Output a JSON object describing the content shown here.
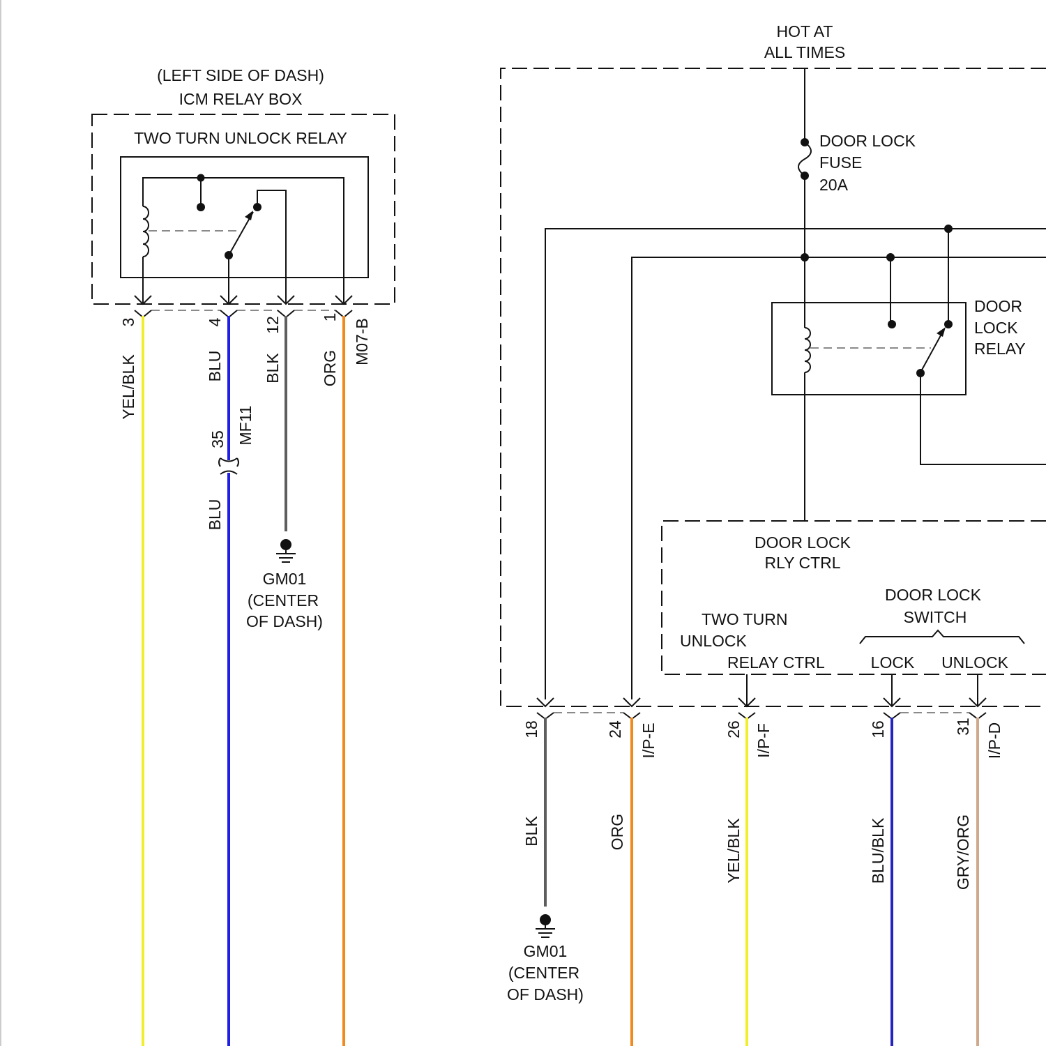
{
  "colors": {
    "YEL/BLK": "#f2ee2e",
    "BLU": "#1e1ee6",
    "BLK": "#5e5e5e",
    "ORG": "#f08a1e",
    "BLU/BLK": "#2424c0",
    "GRY/ORG": "#d0a98c"
  },
  "icm": {
    "location": "(LEFT SIDE OF DASH)",
    "box_title": "ICM RELAY BOX",
    "relay_name": "TWO TURN UNLOCK RELAY",
    "connector": "M07-B",
    "wires": [
      {
        "pin": "3",
        "color_code": "YEL/BLK"
      },
      {
        "pin": "4",
        "color_code": "BLU"
      },
      {
        "pin": "12",
        "color_code": "BLK"
      },
      {
        "pin": "1",
        "color_code": "ORG"
      }
    ],
    "inline_connector": {
      "pin": "35",
      "name": "MF11",
      "color_code_after": "BLU"
    },
    "ground": {
      "id": "GM01",
      "desc_1": "(CENTER",
      "desc_2": "OF DASH)"
    }
  },
  "power": {
    "line_1": "HOT AT",
    "line_2": "ALL TIMES",
    "fuse_1": "DOOR LOCK",
    "fuse_2": "FUSE",
    "fuse_3": "20A"
  },
  "door_lock_relay": {
    "line_1": "DOOR",
    "line_2": "LOCK",
    "line_3": "RELAY"
  },
  "module": {
    "ctrl_1": "DOOR LOCK",
    "ctrl_2": "RLY CTRL",
    "two_turn_1": "TWO TURN",
    "two_turn_2": "UNLOCK",
    "two_turn_3": "RELAY CTRL",
    "switch_1": "DOOR LOCK",
    "switch_2": "SWITCH",
    "lock": "LOCK",
    "unlock": "UNLOCK"
  },
  "right_wires": [
    {
      "pin": "18",
      "color_code": "BLK",
      "connector": ""
    },
    {
      "pin": "24",
      "color_code": "ORG",
      "connector": "I/P-E"
    },
    {
      "pin": "26",
      "color_code": "YEL/BLK",
      "connector": "I/P-F"
    },
    {
      "pin": "16",
      "color_code": "BLU/BLK",
      "connector": ""
    },
    {
      "pin": "31",
      "color_code": "GRY/ORG",
      "connector": "I/P-D"
    }
  ],
  "right_ground": {
    "id": "GM01",
    "desc_1": "(CENTER",
    "desc_2": "OF DASH)"
  }
}
